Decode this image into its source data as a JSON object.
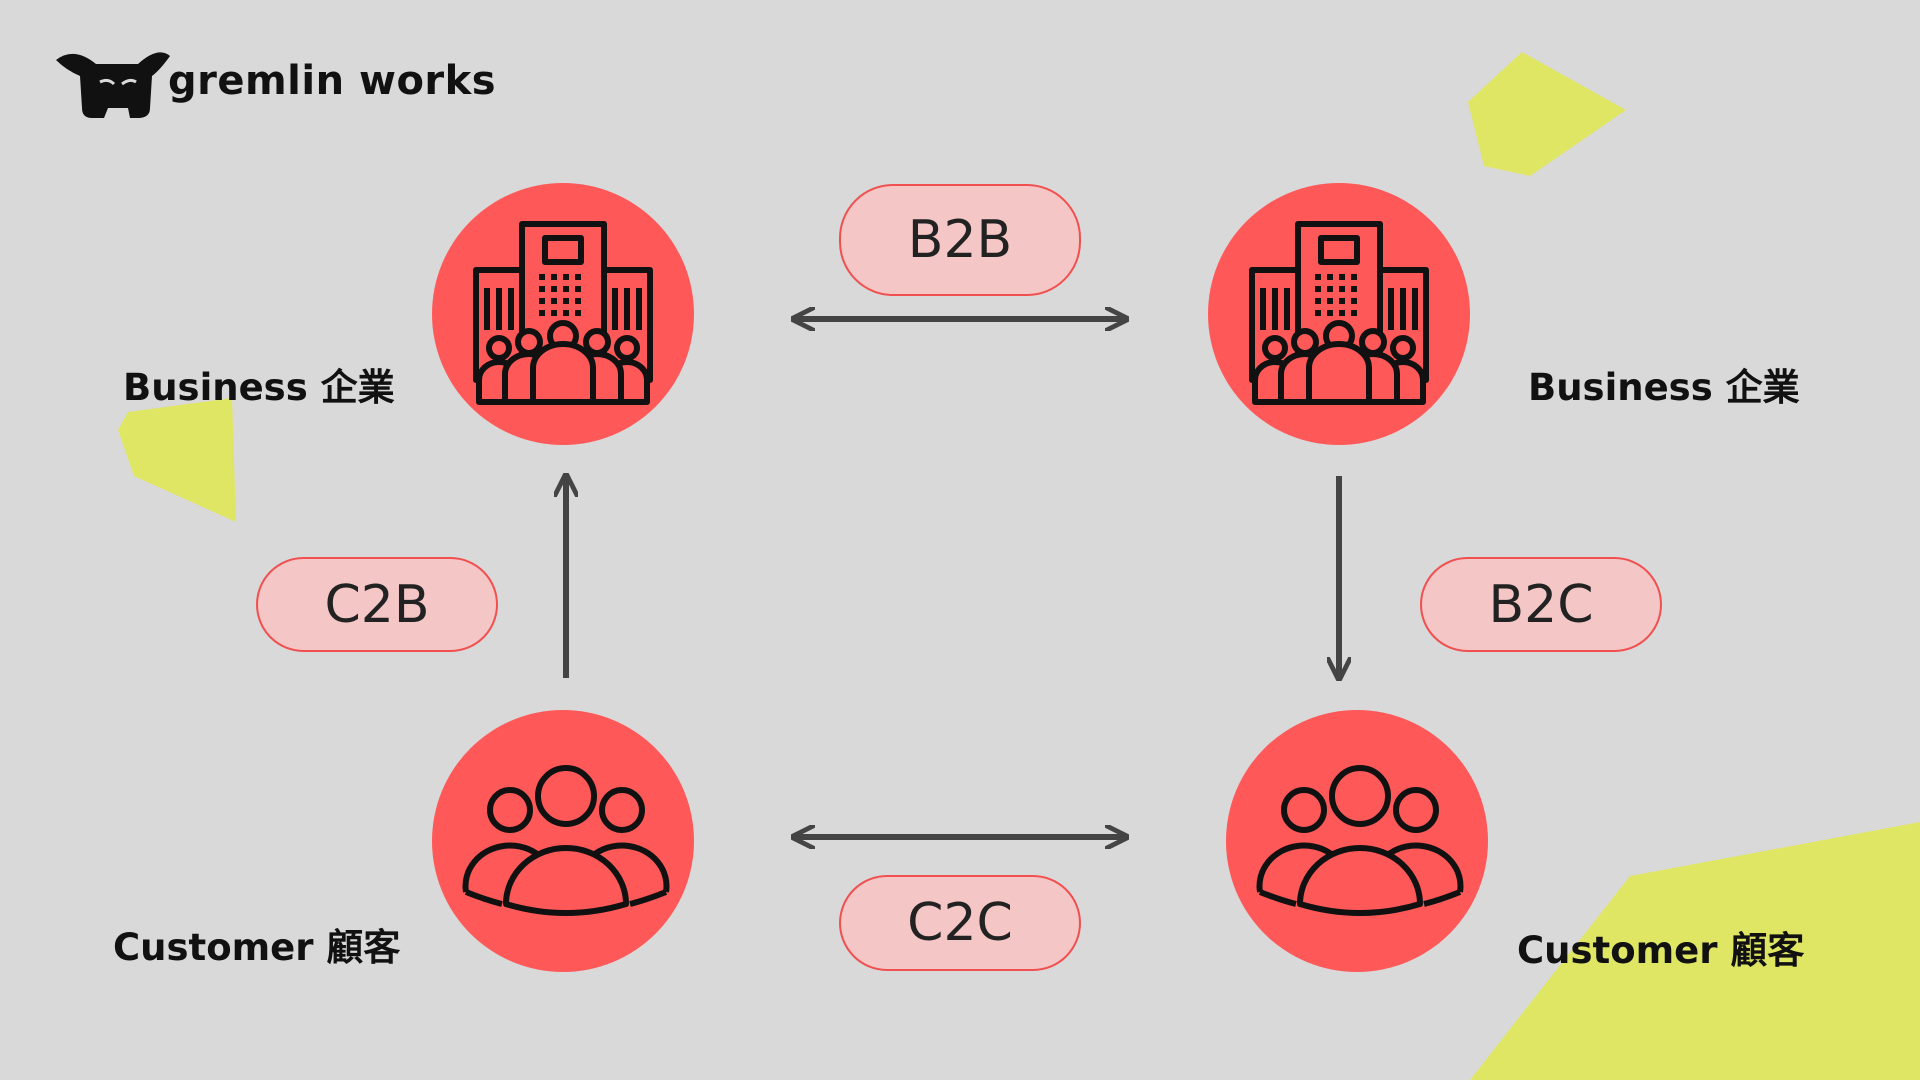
{
  "brand": {
    "name": "gremlin works"
  },
  "nodes": {
    "business_left": {
      "label": "Business 企業"
    },
    "business_right": {
      "label": "Business 企業"
    },
    "customer_left": {
      "label": "Customer 顧客"
    },
    "customer_right": {
      "label": "Customer 顧客"
    }
  },
  "relations": {
    "b2b": "B2B",
    "c2b": "C2B",
    "b2c": "B2C",
    "c2c": "C2C"
  },
  "colors": {
    "background": "#d9d9d9",
    "node_fill": "#ff5858",
    "pill_fill": "#f5c6c6",
    "pill_border": "#f05050",
    "accent_shape": "#dfe663",
    "arrow": "#444444"
  }
}
